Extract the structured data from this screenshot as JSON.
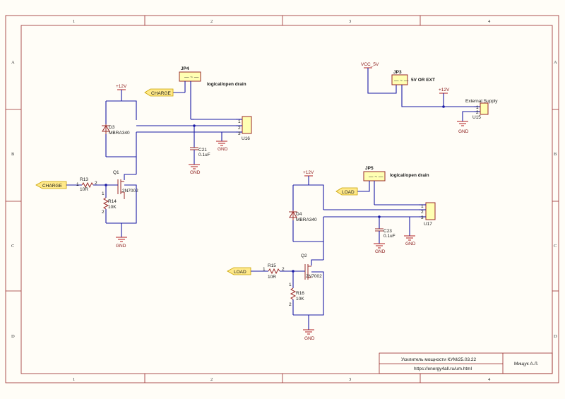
{
  "zones": {
    "top": [
      "1",
      "2",
      "3",
      "4"
    ],
    "side": [
      "A",
      "B",
      "C",
      "D"
    ]
  },
  "title_block": {
    "title": "Усилитель мощности КУМ/25.03.22",
    "url": "https://energy4all.ru/um.html",
    "author": "Мищук А.Л."
  },
  "power": {
    "p12": "+12V",
    "gnd": "GND",
    "vcc5": "VCC_5V"
  },
  "net_labels": {
    "charge_in": "CHARGE",
    "charge_jp": "CHARGE",
    "load_in": "LOAD",
    "load_jp": "LOAD"
  },
  "jp4": {
    "ref": "JP4",
    "note": "logical/open drain"
  },
  "jp5": {
    "ref": "JP5",
    "note": "logical/open drain"
  },
  "jp3": {
    "ref": "JP3",
    "note": "5V OR EXT"
  },
  "u15": {
    "ref": "U15",
    "label": "External Supply",
    "p1": "1",
    "p2": "2"
  },
  "u16": {
    "ref": "U16",
    "p1": "1",
    "p2": "2",
    "p3": "3"
  },
  "u17": {
    "ref": "U17",
    "p1": "1",
    "p2": "2",
    "p3": "3"
  },
  "d3": {
    "ref": "D3",
    "val": "MBRA340"
  },
  "d4": {
    "ref": "D4",
    "val": "MBRA340"
  },
  "c21": {
    "ref": "C21",
    "val": "0.1uF"
  },
  "c23": {
    "ref": "C23",
    "val": "0.1uF"
  },
  "q1": {
    "ref": "Q1",
    "val": "2N7002"
  },
  "q2": {
    "ref": "Q2",
    "val": "2N7002"
  },
  "r13": {
    "ref": "R13",
    "val": "10R",
    "p1": "1",
    "p2": "2"
  },
  "r14": {
    "ref": "R14",
    "val": "10K",
    "p1": "1",
    "p2": "2"
  },
  "r15": {
    "ref": "R15",
    "val": "10R",
    "p1": "1",
    "p2": "2"
  },
  "r16": {
    "ref": "R16",
    "val": "10K",
    "p1": "1",
    "p2": "2"
  }
}
